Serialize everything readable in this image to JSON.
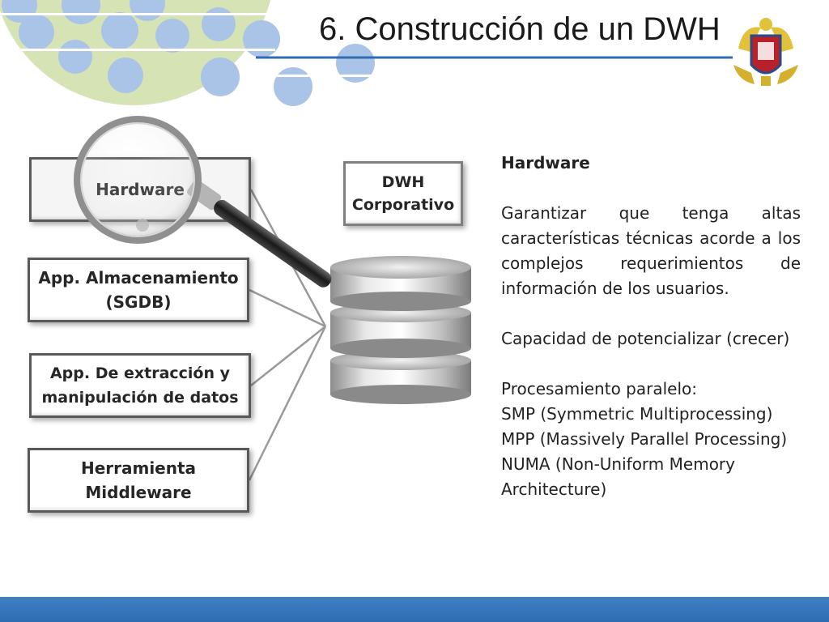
{
  "slide": {
    "title": "6. Construcción de un DWH"
  },
  "diagram": {
    "components": [
      "Hardware",
      "App. Almacenamiento (SGDB)",
      "App. De extracción y manipulación de datos",
      "Herramienta Middleware"
    ],
    "target": "DWH Corporativo"
  },
  "info": {
    "heading": "Hardware",
    "description": "Garantizar que tenga altas características técnicas acorde a los complejos requerimientos de información de los usuarios.",
    "capacity": "Capacidad de potencializar (crecer)",
    "parallel_title": "Procesamiento paralelo:",
    "items": [
      "SMP (Symmetric Multiprocessing)",
      "MPP (Massively Parallel Processing)",
      "NUMA (Non-Uniform Memory Architecture)"
    ]
  },
  "colors": {
    "accent_blue": "#2f6db3",
    "circle_blue": "#a9c4e6",
    "circle_green": "#d6e3b5",
    "box_border": "#595959"
  },
  "icons": [
    "magnifier-icon",
    "database-icon",
    "university-crest-icon"
  ]
}
